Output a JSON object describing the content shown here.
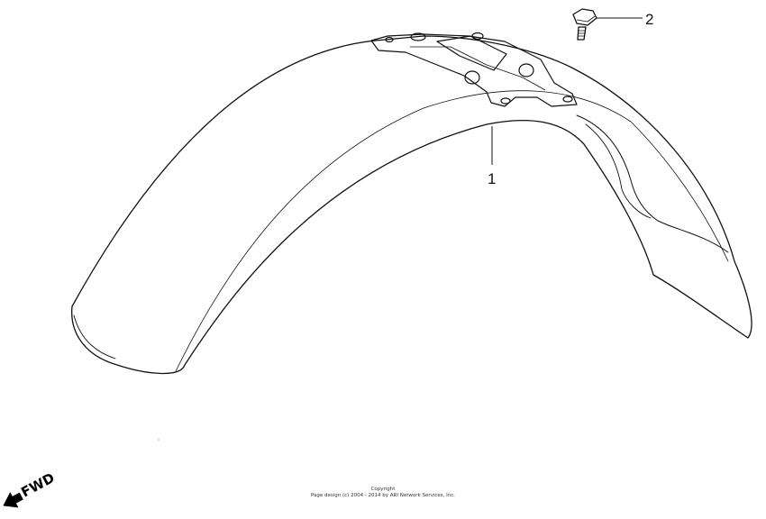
{
  "callouts": [
    {
      "id": "1",
      "part": "front-fender"
    },
    {
      "id": "2",
      "part": "bolt"
    }
  ],
  "direction_badge": {
    "text": "FWD"
  },
  "copyright": {
    "line1": "Copyright",
    "line2": "Page design (c) 2004 - 2014 by ARI Network Services, Inc."
  },
  "colors": {
    "line": "#111111",
    "background": "#ffffff"
  }
}
